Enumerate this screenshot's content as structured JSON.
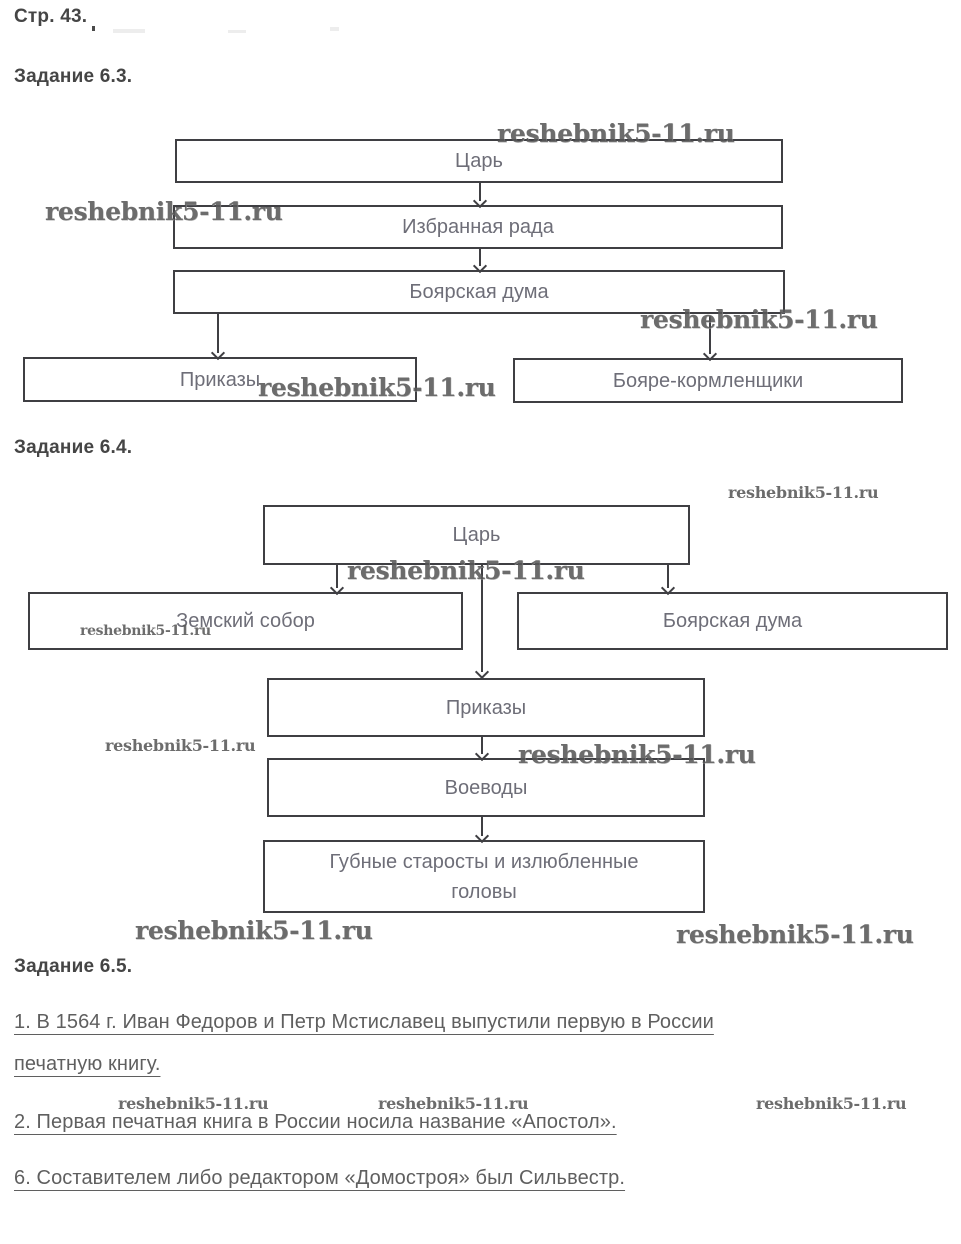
{
  "page": {
    "label": "Стр. 43."
  },
  "watermark": {
    "text": "reshebnik5-11.ru"
  },
  "colors": {
    "box_border": "#3f3f43",
    "box_label_text": "#6e6e78",
    "heading_text": "#454545",
    "answer_text": "#5f5f5f",
    "watermark_text": "#585858",
    "background": "#ffffff"
  },
  "task_63": {
    "heading": "Задание 6.3.",
    "diagram": {
      "type": "flowchart",
      "nodes": [
        "Царь",
        "Избранная рада",
        "Боярская дума",
        "Приказы",
        "Бояре-кормленщики"
      ],
      "edges": [
        {
          "from": "Царь",
          "to": "Избранная рада"
        },
        {
          "from": "Избранная рада",
          "to": "Боярская дума"
        },
        {
          "from": "Боярская дума",
          "to": "Приказы"
        },
        {
          "from": "Боярская дума",
          "to": "Бояре-кормленщики"
        }
      ]
    }
  },
  "task_64": {
    "heading": "Задание 6.4.",
    "diagram": {
      "type": "flowchart",
      "nodes": [
        "Царь",
        "Земский собор",
        "Боярская дума",
        "Приказы",
        "Воеводы",
        "Губные старосты и излюбленные головы"
      ],
      "edges": [
        {
          "from": "Царь",
          "to": "Земский собор"
        },
        {
          "from": "Царь",
          "to": "Боярская дума"
        },
        {
          "from": "Царь",
          "to": "Приказы"
        },
        {
          "from": "Приказы",
          "to": "Воеводы"
        },
        {
          "from": "Воеводы",
          "to": "Губные старосты и излюбленные головы"
        }
      ]
    }
  },
  "task_65": {
    "heading": "Задание 6.5.",
    "answers": [
      {
        "lines": [
          "1. В 1564 г. Иван Федоров и Петр Мстиславец выпустили первую в России",
          "печатную книгу."
        ]
      },
      {
        "lines": [
          "2. Первая печатная книга в России носила название «Апостол»."
        ]
      },
      {
        "lines": [
          "6. Составителем либо редактором «Домостроя» был Сильвестр."
        ]
      }
    ]
  }
}
